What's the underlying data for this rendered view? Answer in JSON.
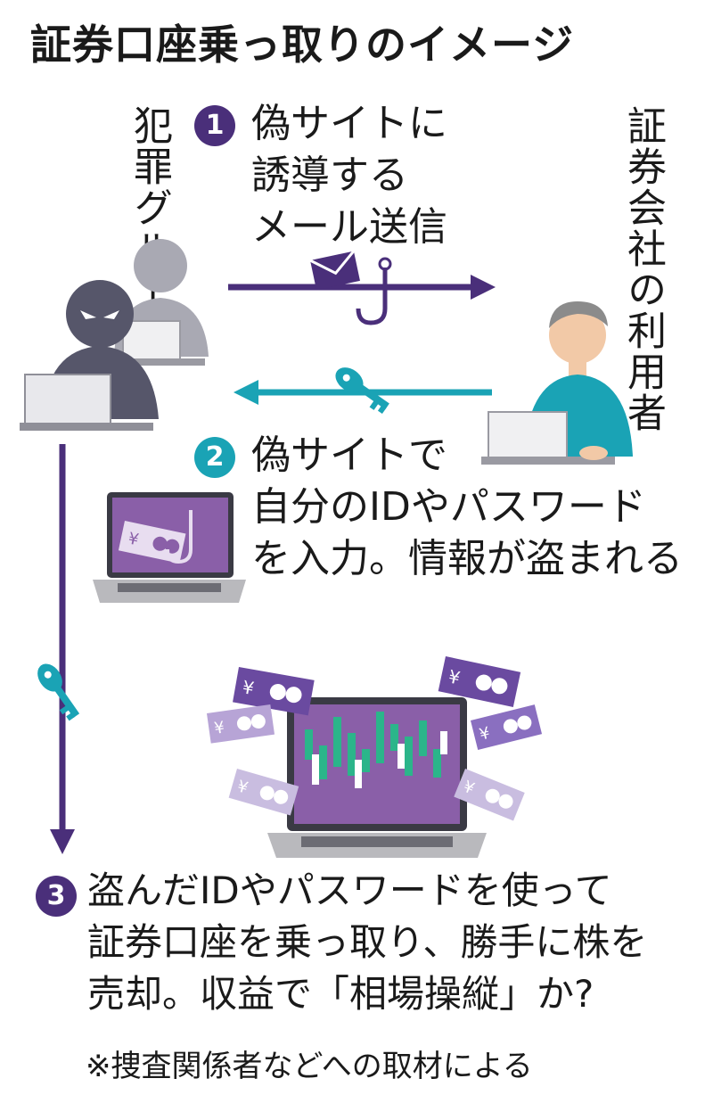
{
  "title": "証券口座乗っ取りのイメージ",
  "actors": {
    "criminal_group": "犯罪グループ",
    "user": "証券会社の利用者"
  },
  "steps": [
    {
      "number": "1",
      "lines": [
        "偽サイトに",
        "誘導する",
        "メール送信"
      ]
    },
    {
      "number": "2",
      "lines": [
        "偽サイトで",
        "自分のIDやパスワード",
        "を入力。情報が盗まれる"
      ]
    },
    {
      "number": "3",
      "lines": [
        "盗んだIDやパスワードを使って",
        "証券口座を乗っ取り、勝手に株を",
        "売却。収益で「相場操縦」か?"
      ]
    }
  ],
  "bill_symbol": "¥",
  "note": "※捜査関係者などへの取材による",
  "colors": {
    "purple": "#4a2f7a",
    "teal": "#1aa3b5",
    "screen_purple": "#8a5fa8",
    "candle_green": "#2bb58a",
    "laptop_gray": "#b9b9bd"
  }
}
